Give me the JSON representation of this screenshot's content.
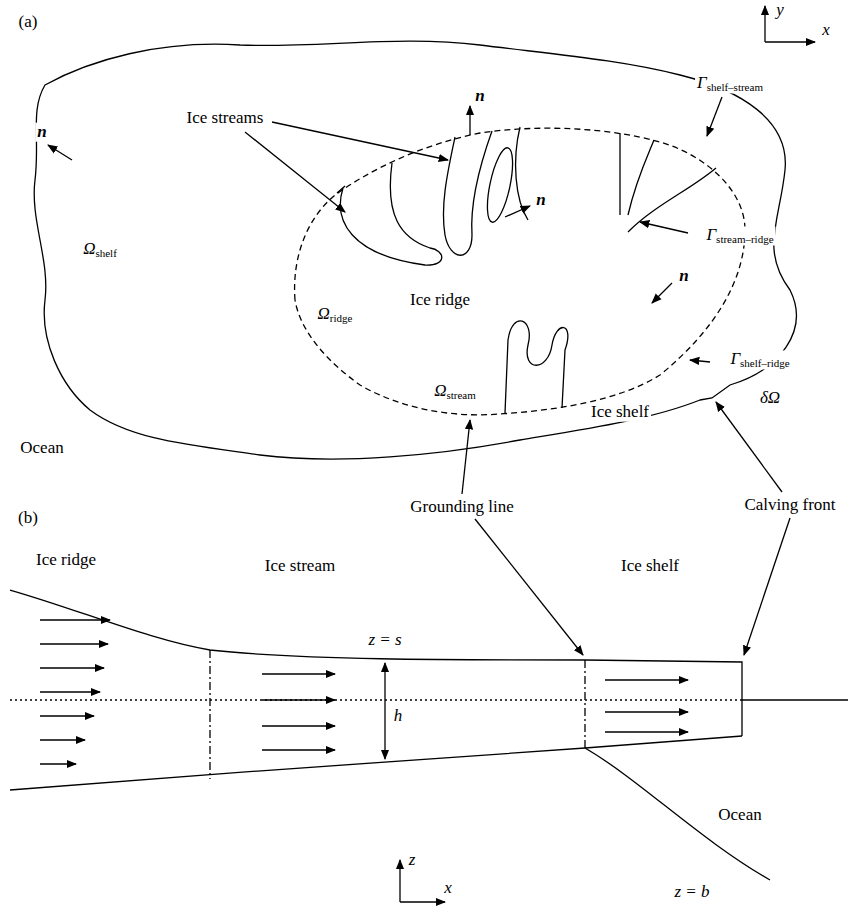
{
  "diagram": {
    "labels": [
      "(a)",
      "y",
      "x",
      "Ice streams",
      "n",
      "n",
      "n",
      "n",
      "Γshelf–stream",
      "Γstream–ridge",
      "Γshelf–ridge",
      "Ωshelf",
      "Ωridge",
      "Ωstream",
      "Ice ridge",
      "Ocean",
      "Ice shelf",
      "δΩ",
      "(b)",
      "Ice ridge",
      "Ice stream",
      "Ice shelf",
      "z = s",
      "h",
      "Grounding line",
      "Calving front",
      "Ocean",
      "z = b",
      "z",
      "x"
    ]
  }
}
